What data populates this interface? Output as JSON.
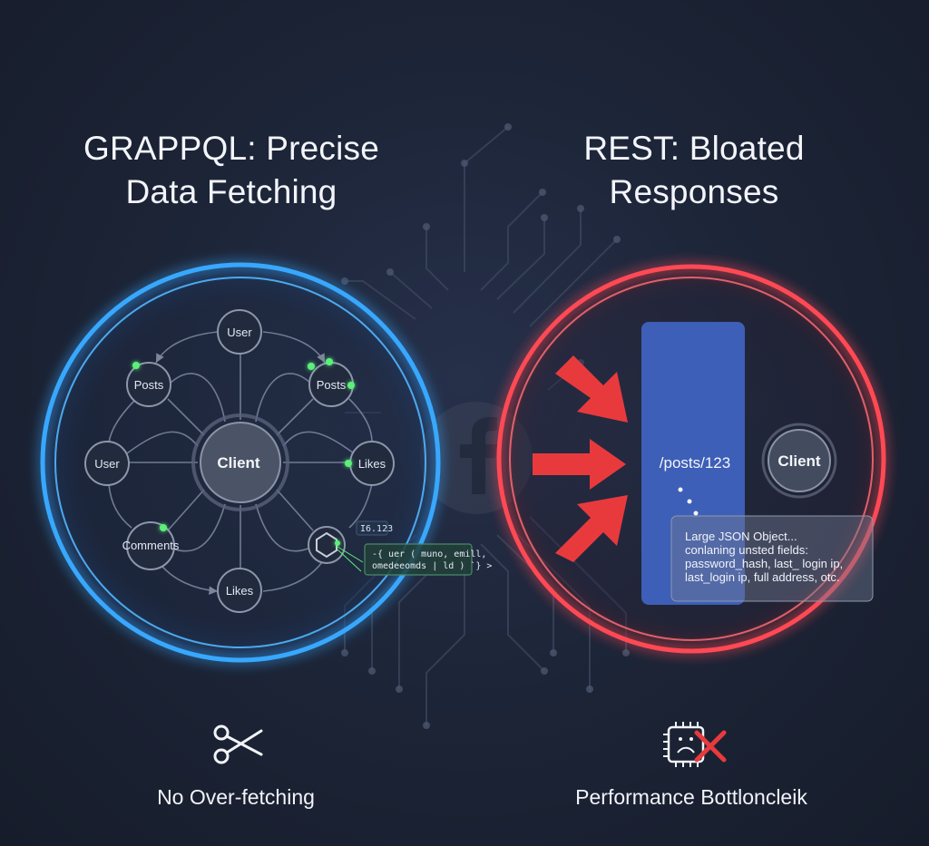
{
  "left": {
    "title_line1": "GRAPPQL: Precise",
    "title_line2": "Data Fetching",
    "caption": "No Over-fetching",
    "client_label": "Client",
    "nodes": {
      "user_top": "User",
      "posts_left": "Posts",
      "posts_right": "Posts",
      "user_left": "User",
      "likes_right": "Likes",
      "comments": "Comments",
      "likes_bottom": "Likes"
    },
    "query_tag": "I6.123",
    "query_line1": "-{ uer ( muno, emill,",
    "query_line2": "omedeeomds | ld ) `} >",
    "ring_color": "#39a8ff",
    "caption_icon": "scissors-icon"
  },
  "right": {
    "title_line1": "REST: Bloated",
    "title_line2": "Responses",
    "caption": "Performance Bottloncleik",
    "endpoint": "/posts/123",
    "client_label": "Client",
    "json_line1": "Large JSON Object...",
    "json_line2": "conlaning unsted fields:",
    "json_line3": "password_hash, last_ login ip,",
    "json_line4": "last_login ip, full address, otc.",
    "ring_color": "#ff4a55",
    "server_color": "#3d5fb8",
    "arrow_color": "#e83a3d",
    "caption_icon": "chip-with-x-icon"
  }
}
